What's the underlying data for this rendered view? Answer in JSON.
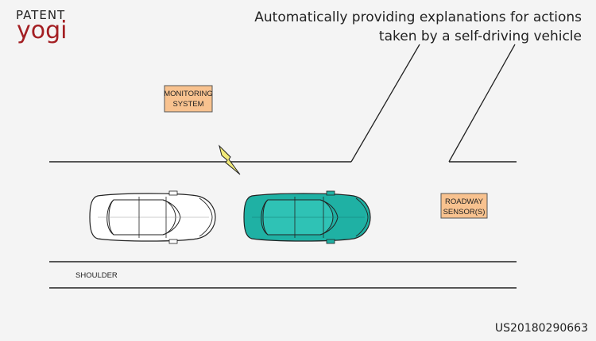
{
  "brand": {
    "line1": "PATENT",
    "line2": "yogi"
  },
  "headline": {
    "line1": "Automatically providing explanations for actions",
    "line2": "taken by a self-driving vehicle"
  },
  "diagram": {
    "monitoring_system": [
      "MONITORING",
      "SYSTEM"
    ],
    "roadway_sensors": [
      "ROADWAY",
      "SENSOR(S)"
    ],
    "shoulder": "SHOULDER"
  },
  "patent_number": "US20180290663",
  "colors": {
    "box_fill": "#f8c28f",
    "highlighted_car": "#1fb1a4",
    "lightning": "#f2ea7a",
    "brand_red": "#a31e22"
  }
}
